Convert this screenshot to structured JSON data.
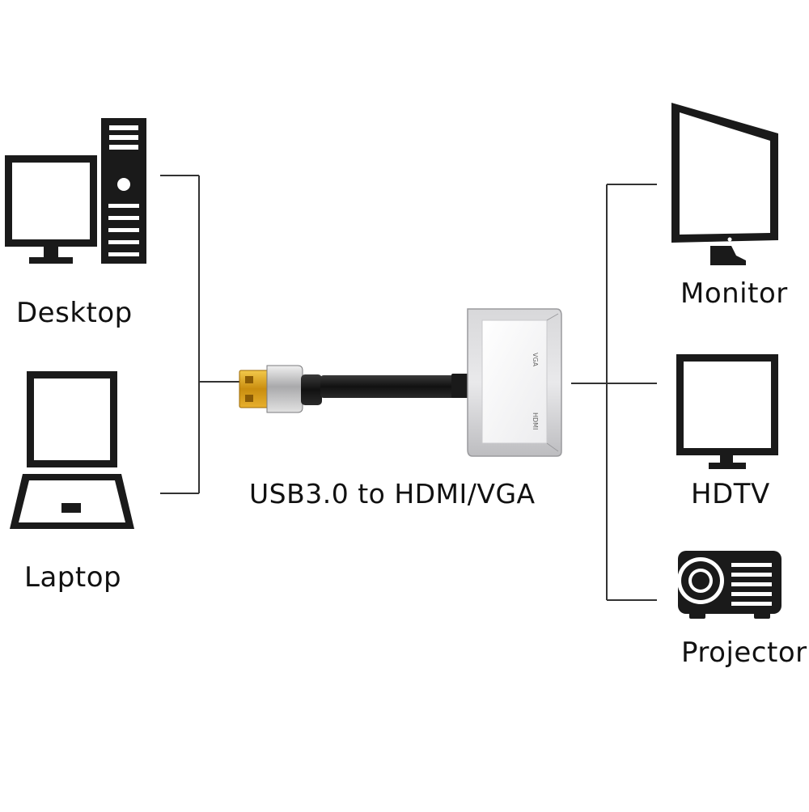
{
  "labels": {
    "desktop": "Desktop",
    "laptop": "Laptop",
    "adapter": "USB3.0 to HDMI/VGA",
    "monitor": "Monitor",
    "hdtv": "HDTV",
    "projector": "Projector"
  },
  "adapter_ports": {
    "vga": "VGA",
    "hdmi": "HDMI"
  },
  "colors": {
    "line": "#333333",
    "icon": "#1a1a1a",
    "usb_gold": "#d9a21b",
    "adapter_body": "#cfcfd1"
  }
}
